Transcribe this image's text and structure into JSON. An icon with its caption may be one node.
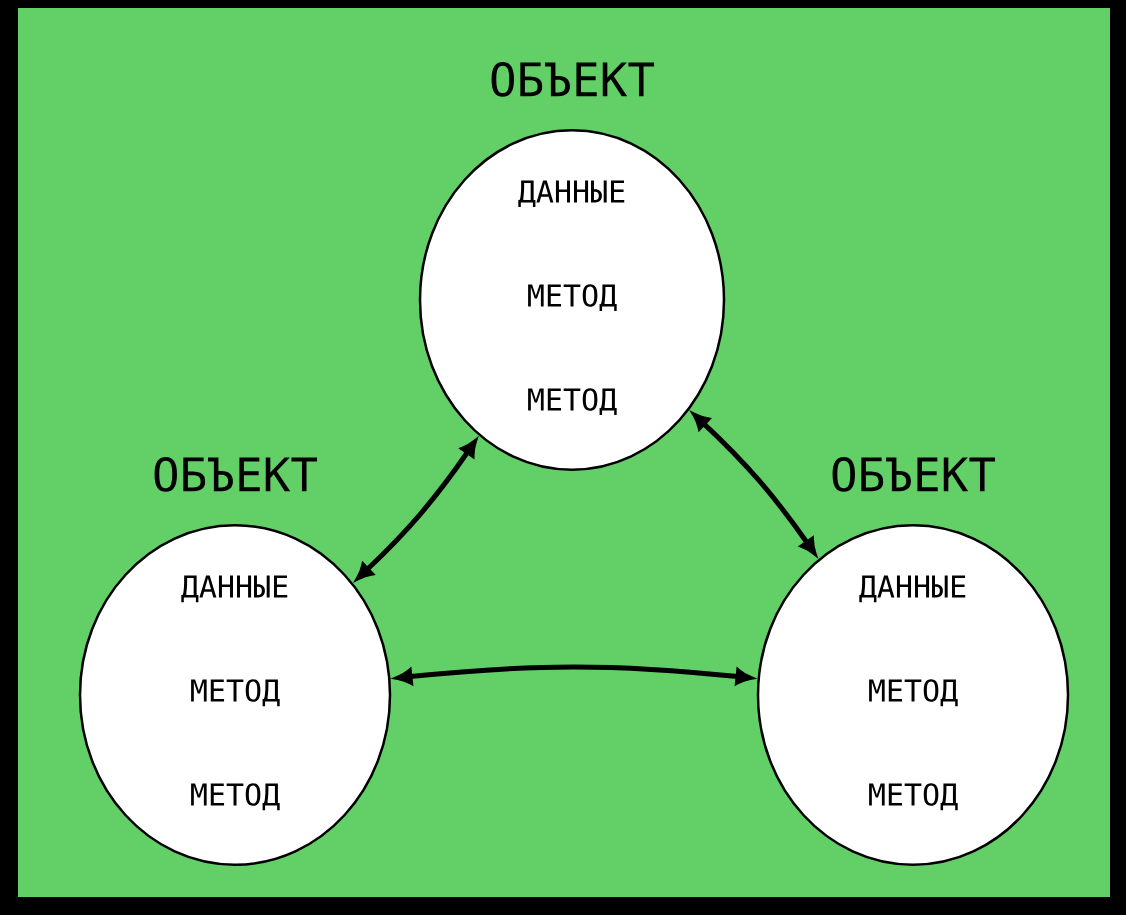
{
  "diagram": {
    "nodes": [
      {
        "text": [
          "ОБЪЕКТ",
          "ДАННЫЕ",
          "МЕТОД",
          "МЕТОД"
        ]
      },
      {
        "text": [
          "ОБЪЕКТ",
          "ДАННЫЕ",
          "МЕТОД",
          "МЕТОД"
        ]
      },
      {
        "text": [
          "ОБЪЕКТ",
          "ДАННЫЕ",
          "МЕТОД",
          "МЕТОД"
        ]
      }
    ],
    "edges": [
      {
        "from": 0,
        "to": 1,
        "arrow": "both"
      },
      {
        "from": 0,
        "to": 2,
        "arrow": "both"
      },
      {
        "from": 1,
        "to": 2,
        "arrow": "both"
      }
    ]
  }
}
